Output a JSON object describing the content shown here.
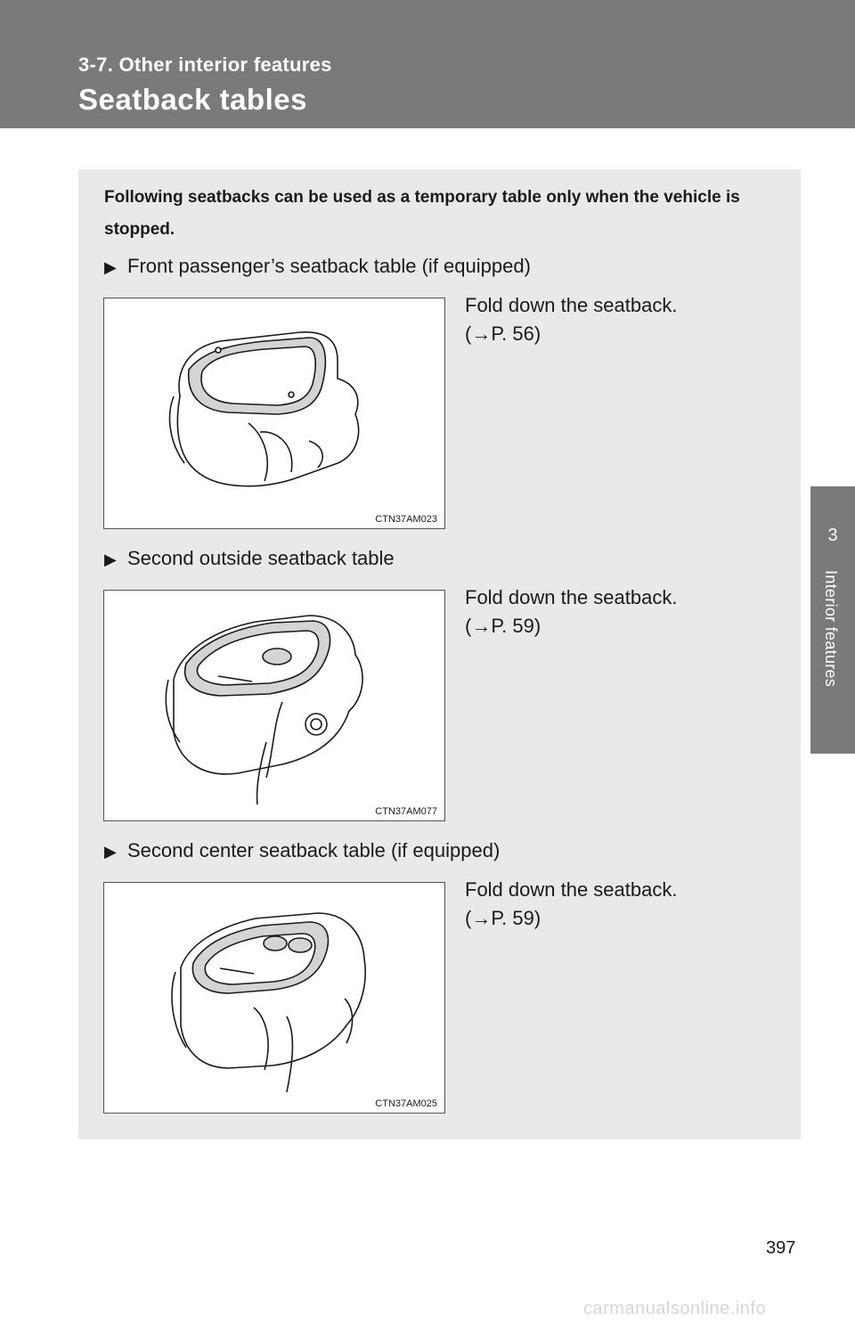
{
  "header": {
    "section_label": "3-7. Other interior features",
    "title": "Seatback tables"
  },
  "side_tab": {
    "chapter_number": "3",
    "chapter_title": "Interior features"
  },
  "intro": "Following seatbacks can be used as a temporary table only when the vehicle is stopped.",
  "items": [
    {
      "heading": "Front passenger’s seatback table (if equipped)",
      "instruction": "Fold down the seatback.",
      "reference": "(→P. 56)",
      "figure_code": "CTN37AM023"
    },
    {
      "heading": "Second outside seatback table",
      "instruction": "Fold down the seatback.",
      "reference": "(→P. 59)",
      "figure_code": "CTN37AM077"
    },
    {
      "heading": "Second center seatback table (if equipped)",
      "instruction": "Fold down the seatback.",
      "reference": "(→P. 59)",
      "figure_code": "CTN37AM025"
    }
  ],
  "page_number": "397",
  "watermark": "carmanualsonline.info",
  "colors": {
    "header_bg": "#7a7a7a",
    "content_bg": "#e9e9e9",
    "table_fill": "#d4d4d4"
  },
  "icons": {
    "bullet": "right-triangle-arrow-icon"
  }
}
